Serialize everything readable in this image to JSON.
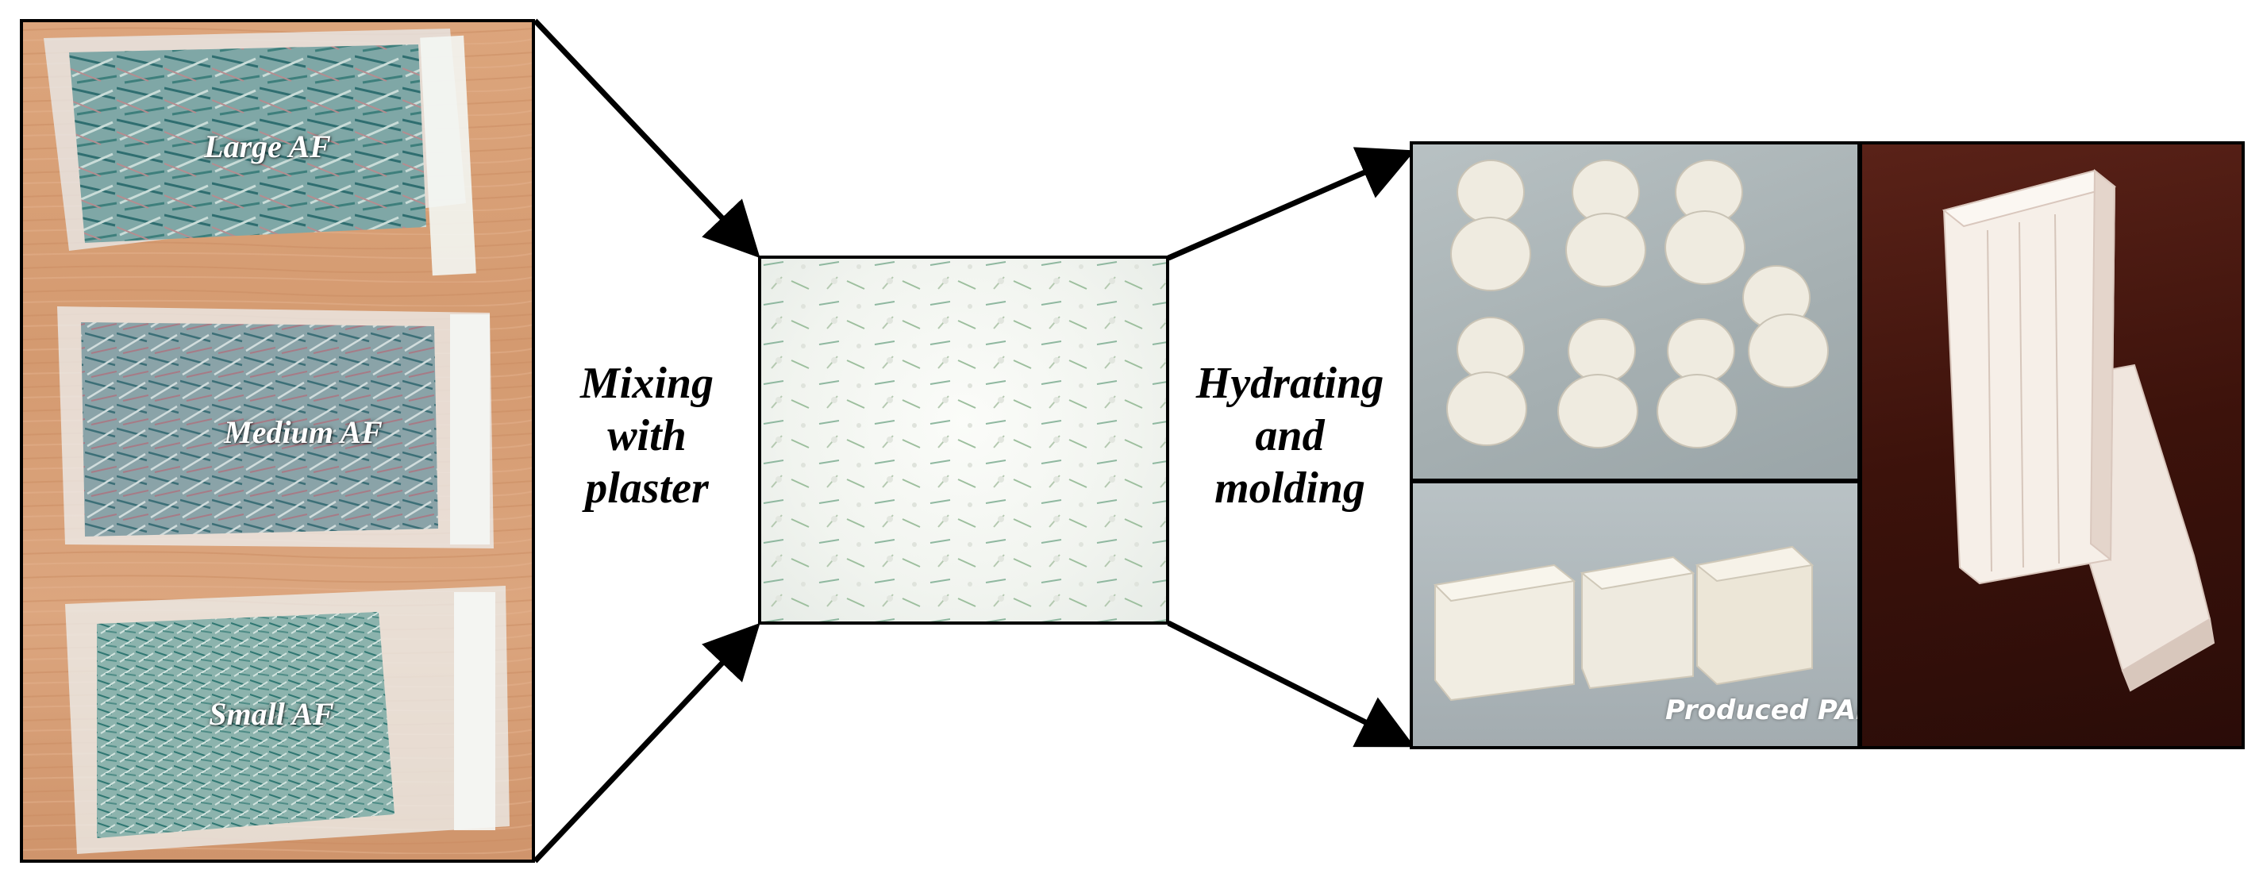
{
  "bags": [
    {
      "label": "Large AF"
    },
    {
      "label": "Medium AF"
    },
    {
      "label": "Small AF"
    }
  ],
  "steps": {
    "mixing": [
      "Mixing",
      "with",
      "plaster"
    ],
    "hydrating": [
      "Hydrating",
      "and",
      "molding"
    ]
  },
  "caption": "Produced PAF samples",
  "colors": {
    "wood": "#d9a27a",
    "fiber": "#6f9fa0",
    "plaster": "#f4f6f2",
    "sample": "#eeeadd",
    "sample_background": "#a9b3b5",
    "dark_wood": "#4a1a12",
    "arrow": "#000000"
  }
}
